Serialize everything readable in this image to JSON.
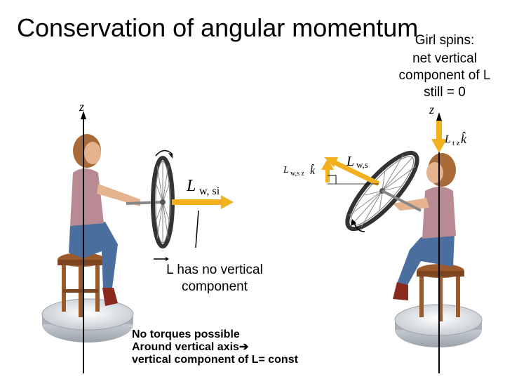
{
  "title": "Conservation of angular momentum",
  "girl_note": {
    "line1": "Girl spins:",
    "line2": "net vertical",
    "line3": "component  of L",
    "line4": "still = 0"
  },
  "no_vertical": {
    "line1": "L has no vertical",
    "line2": "component"
  },
  "torque_note": {
    "line1": "No torques possible",
    "line2": "Around vertical axis",
    "line3": "vertical component of L= const"
  },
  "figure_labels": {
    "z_left": "z",
    "z_right": "z",
    "l_wsi_main": "L",
    "l_wsi_sub": "w, si",
    "l_ws_main": "L",
    "l_ws_sub": "w,s",
    "l_wsz_main": "L",
    "l_wsz_sub": "w,s z",
    "l_wsz_k": "k̂",
    "l_tz_main": "L",
    "l_tz_sub": "t z",
    "l_tz_k": "k̂"
  },
  "colors": {
    "arrow": "#f2b01e",
    "shirt": "#b88a93",
    "jeans": "#4a6f9e",
    "stool": "#9a5a2c",
    "skin": "#e5b48f",
    "hair": "#a86a38",
    "platform": "#c8cdd3"
  }
}
